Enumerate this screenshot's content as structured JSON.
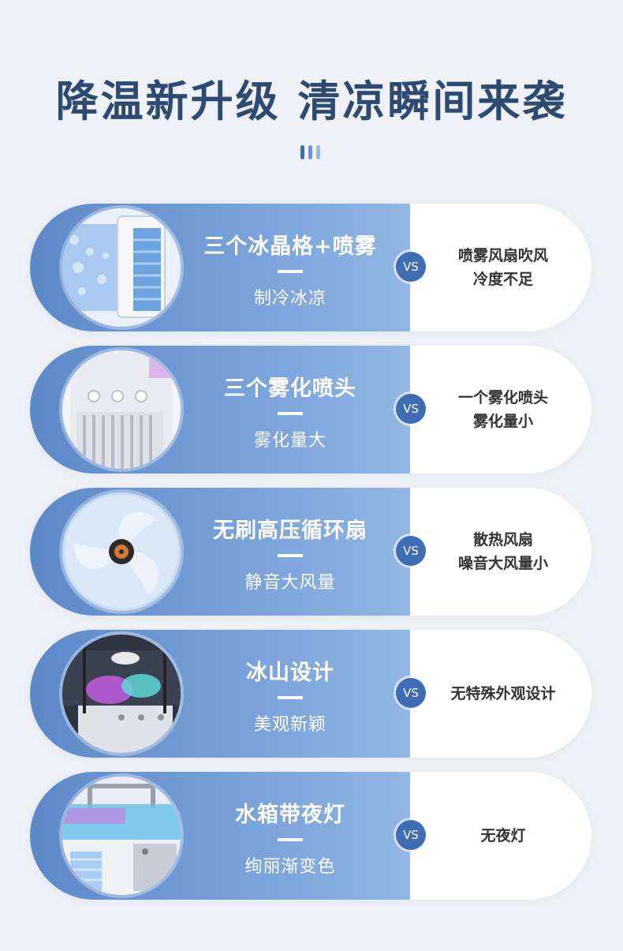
{
  "title": "降温新升级 清凉瞬间来袭",
  "colors": {
    "title": "#2f4a70",
    "accent_blue": "#5d88c8",
    "vs_badge": "#3f6db3",
    "bars": [
      "#3f6db3",
      "#6f95cc",
      "#9db9e0"
    ]
  },
  "vs_label": "VS",
  "rows": [
    {
      "feature": "三个冰晶格+喷雾",
      "desc": "制冷冰凉",
      "compare_lines": [
        "喷雾风扇吹风",
        "冷度不足"
      ],
      "image": "ice-crystal-cooler-image"
    },
    {
      "feature": "三个雾化喷头",
      "desc": "雾化量大",
      "compare_lines": [
        "一个雾化喷头",
        "雾化量小"
      ],
      "image": "mist-nozzles-image"
    },
    {
      "feature": "无刷高压循环扇",
      "desc": "静音大风量",
      "compare_lines": [
        "散热风扇",
        "噪音大风量小"
      ],
      "image": "brushless-fan-image"
    },
    {
      "feature": "冰山设计",
      "desc": "美观新颖",
      "compare_lines": [
        "无特殊外观设计"
      ],
      "image": "iceberg-design-image"
    },
    {
      "feature": "水箱带夜灯",
      "desc": "绚丽渐变色",
      "compare_lines": [
        "无夜灯"
      ],
      "image": "night-light-tank-image"
    }
  ]
}
